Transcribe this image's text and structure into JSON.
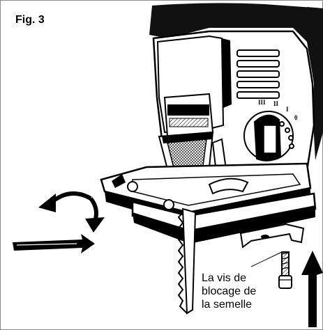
{
  "figure": {
    "title": "Fig. 3",
    "callout_lines": [
      "La vis de",
      "blocage de",
      "la semelle"
    ]
  },
  "icons": [
    "jigsaw-illustration",
    "rotate-arrows-icon",
    "push-arrow-left-icon",
    "push-arrow-up-icon",
    "locking-screw-icon",
    "clamp-plate-icon"
  ]
}
